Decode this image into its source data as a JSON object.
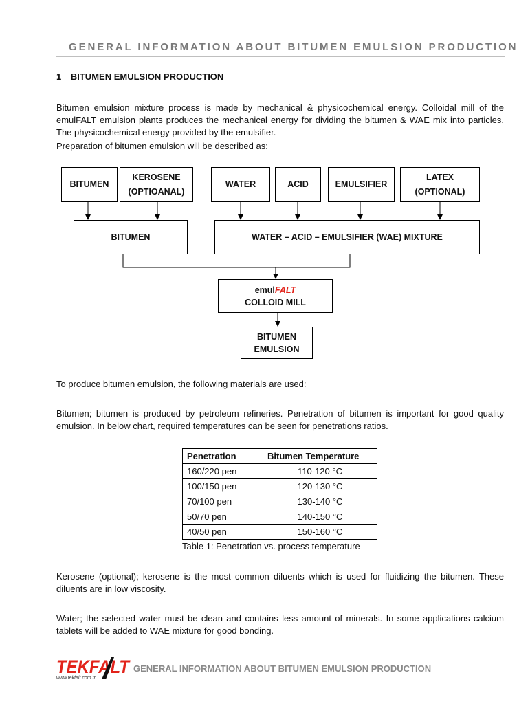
{
  "header": {
    "title": "GENERAL INFORMATION ABOUT BITUMEN EMULSION PRODUCTION"
  },
  "section": {
    "number": "1",
    "title": "BITUMEN EMULSION PRODUCTION"
  },
  "paragraphs": {
    "intro": "Bitumen emulsion mixture process is made by mechanical & physicochemical energy. Colloidal mill of the emulFALT emulsion plants produces the mechanical energy for dividing the bitumen & WAE mix into particles. The physicochemical energy provided by the emulsifier.",
    "prep": "Preparation of bitumen emulsion will be described as:",
    "materials": "To produce bitumen emulsion, the following materials are used:",
    "bitumen": "Bitumen; bitumen is produced by petroleum refineries. Penetration of bitumen is important for good quality emulsion. In below chart, required temperatures can be seen for penetrations ratios.",
    "kerosene": "Kerosene (optional); kerosene is the most common diluents which is used for fluidizing the bitumen. These diluents are in low viscosity.",
    "water": "Water; the selected water must be clean and contains less amount of minerals. In some applications calcium tablets will be added to WAE mixture for good bonding."
  },
  "diagram": {
    "inputs": {
      "bitumen": "BITUMEN",
      "kerosene_1": "KEROSENE",
      "kerosene_2": "(OPTIOANAL)",
      "water": "WATER",
      "acid": "ACID",
      "emulsifier": "EMULSIFIER",
      "latex_1": "LATEX",
      "latex_2": "(OPTIONAL)"
    },
    "bitumen_mix": "BITUMEN",
    "wae_mix": "WATER – ACID – EMULSIFIER (WAE) MIXTURE",
    "mill_brand_a": "emul",
    "mill_brand_b": "FALT",
    "mill_name": "COLLOID MILL",
    "output_1": "BITUMEN",
    "output_2": "EMULSION"
  },
  "table": {
    "headers": [
      "Penetration",
      "Bitumen Temperature"
    ],
    "rows": [
      [
        "160/220 pen",
        "110-120 °C"
      ],
      [
        "100/150 pen",
        "120-130 °C"
      ],
      [
        "70/100 pen",
        "130-140 °C"
      ],
      [
        "50/70 pen",
        "140-150 °C"
      ],
      [
        "40/50 pen",
        "150-160 °C"
      ]
    ],
    "caption": "Table 1: Penetration vs. process temperature"
  },
  "footer": {
    "logo_text": "TEKFALT",
    "url": "www.tekfalt.com.tr",
    "title": "GENERAL INFORMATION ABOUT BITUMEN EMULSION PRODUCTION"
  },
  "colors": {
    "brand_red": "#e2231a",
    "header_gray": "#7a7a7a"
  }
}
